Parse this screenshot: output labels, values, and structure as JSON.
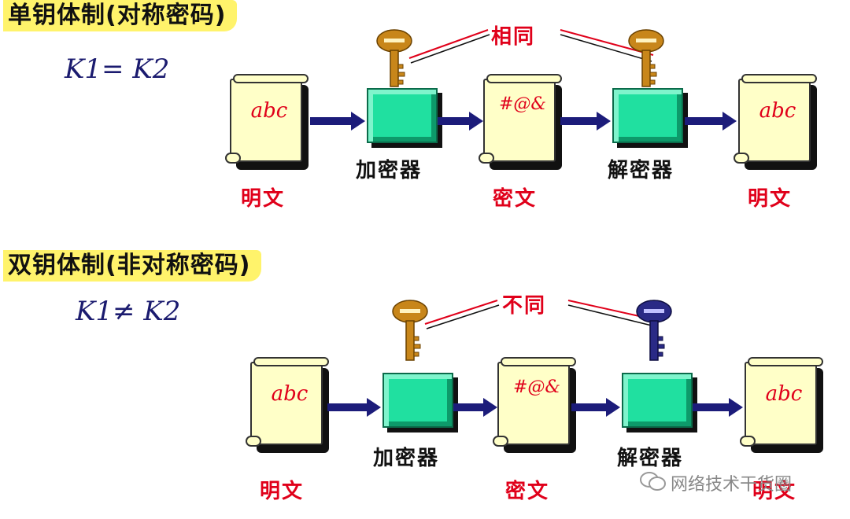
{
  "top": {
    "title": "单钥体制(对称密码)",
    "formula": "K1= K2",
    "relation_label": "相同",
    "plain1": "abc",
    "cipher": "#@&",
    "plain2": "abc",
    "encryptor": "加密器",
    "decryptor": "解密器",
    "label_plain1": "明文",
    "label_cipher": "密文",
    "label_plain2": "明文",
    "key_colors": {
      "enc": "#c8861a",
      "dec": "#c8861a"
    }
  },
  "bottom": {
    "title": "双钥体制(非对称密码)",
    "formula": "K1≠ K2",
    "relation_label": "不同",
    "plain1": "abc",
    "cipher": "#@&",
    "plain2": "abc",
    "encryptor": "加密器",
    "decryptor": "解密器",
    "label_plain1": "明文",
    "label_cipher": "密文",
    "label_plain2": "明文",
    "key_colors": {
      "enc": "#c8861a",
      "dec": "#2a2a86"
    }
  },
  "watermark": "网络技术干货圈",
  "colors": {
    "highlight": "#fff36b",
    "box": "#20e0a0",
    "arrow": "#1c1c7a",
    "label": "#e0001a",
    "paper": "#ffffc8"
  },
  "icons": [
    "key-icon",
    "wechat-icon"
  ]
}
